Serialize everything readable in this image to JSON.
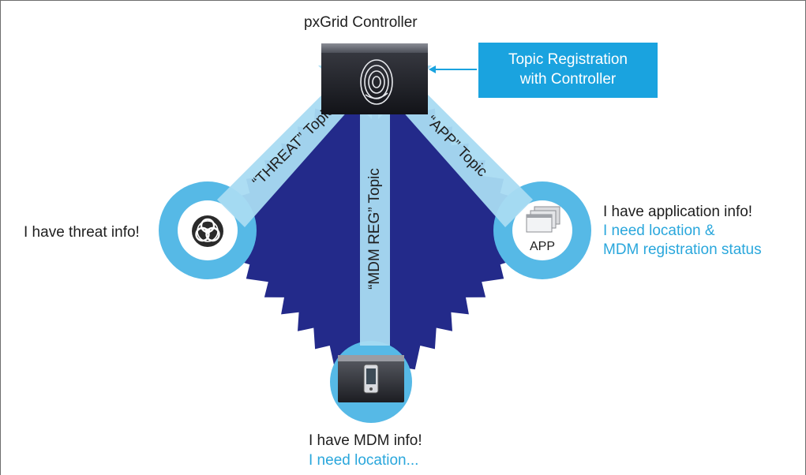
{
  "controller": {
    "title": "pxGrid Controller",
    "icon": "fingerprint-icon"
  },
  "registration_box": {
    "line1": "Topic Registration",
    "line2": "with Controller",
    "color": "#1aa3df"
  },
  "topics": {
    "threat": "“THREAT” Topic",
    "mdm": "“MDM REG” Topic",
    "app": "“APP” Topic"
  },
  "nodes": {
    "threat": {
      "icon": "biohazard-icon",
      "text": "I have threat info!"
    },
    "app": {
      "icon": "app-windows-icon",
      "icon_label": "APP",
      "line1": "I have application info!",
      "line2": "I need location &",
      "line3": "MDM registration status"
    },
    "mdm": {
      "icon": "mobile-device-icon",
      "line1": "I have MDM info!",
      "line2": "I need location..."
    }
  },
  "colors": {
    "star": "#232a8a",
    "arrow": "#a9dbf2",
    "node_ring": "#56b9e6",
    "node_inner": "#ffffff",
    "accent_text": "#2aa7dc"
  }
}
